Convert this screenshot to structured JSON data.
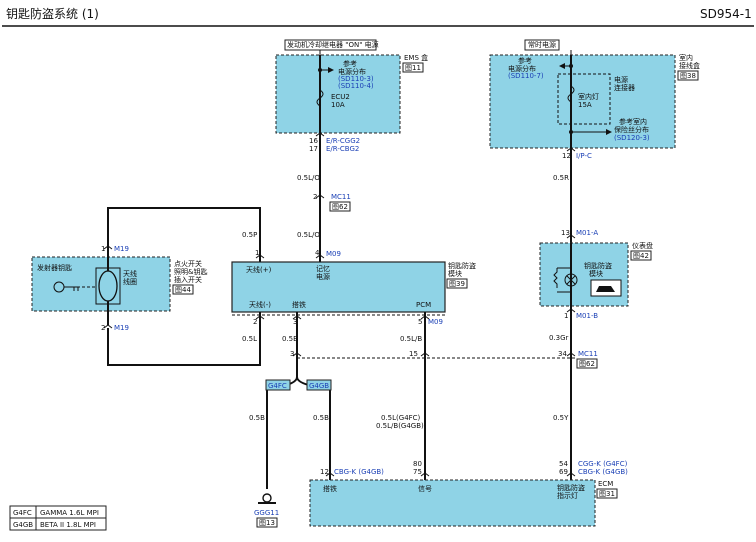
{
  "header": {
    "title": "钥匙防盗系统 (1)",
    "code": "SD954-1"
  },
  "ems_box": {
    "top_label": "发动机冷却继电器 \"ON\" 电源",
    "name": "EMS 盒",
    "ref": "图11",
    "ref_note": "参考",
    "dist": "电源分布",
    "link1": "(SD110-3)",
    "link2": "(SD110-4)",
    "fuse": "ECU2",
    "amp": "10A",
    "pin16": "16",
    "pin17": "17",
    "con16": "E/R-CGG2",
    "con17": "E/R-CBG2"
  },
  "room_box": {
    "top_label": "常时电源",
    "name": "室内",
    "name2": "接线盒",
    "ref": "图38",
    "ref_note": "参考",
    "dist": "电源分布",
    "link": "(SD110-7)",
    "conn_label1": "电源",
    "conn_label2": "连接器",
    "lamp": "室内灯",
    "amp": "15A",
    "ref2": "参考室内",
    "dist2": "保险丝分布",
    "link2": "(SD120-3)",
    "pin": "12",
    "con": "I/P-C"
  },
  "wires": {
    "w_05L_O_1": "0.5L/O",
    "w_05L_O_2": "0.5L/O",
    "w_05P": "0.5P",
    "w_05R": "0.5R",
    "w_05L": "0.5L",
    "w_05B_a": "0.5B",
    "w_05L_B": "0.5L/B",
    "w_03Gr": "0.3Gr",
    "w_05B_b": "0.5B",
    "w_05B_c": "0.5B",
    "w_05L_G4FC": "0.5L(G4FC)",
    "w_05L_B_G4GB": "0.5L/B(G4GB)",
    "w_05Y": "0.5Y"
  },
  "mc11_top": {
    "pin": "2",
    "name": "MC11",
    "ref": "图62"
  },
  "m09_top": {
    "pin4": "4",
    "pin1": "1",
    "name": "M09"
  },
  "immo_module": {
    "left": "天线(+)",
    "mid1": "记忆",
    "mid2": "电源",
    "bl": "天线(-)",
    "bm": "搭铁",
    "br": "PCM",
    "name1": "钥匙防盗",
    "name2": "模块",
    "ref": "图39",
    "pin2": "2",
    "pin3": "3",
    "pin5": "5",
    "con": "M09"
  },
  "coil": {
    "key": "发射器钥匙",
    "antenna1": "天线",
    "antenna2": "线圈",
    "side1": "点火开关",
    "side2": "照明&钥匙",
    "side3": "插入开关",
    "ref": "图44",
    "pin_top": "1",
    "pin_bot": "2",
    "con_top": "M19",
    "con_bot": "M19"
  },
  "cluster": {
    "pin13": "13",
    "con_top": "M01-A",
    "name": "仪表盘",
    "ref": "图42",
    "lamp1": "钥匙防盗",
    "lamp2": "模块",
    "pin1": "1",
    "con_bot": "M01-B"
  },
  "mc11_mid": {
    "pin3": "3",
    "pin15": "15",
    "pin34": "34",
    "name": "MC11",
    "ref": "图62"
  },
  "engine_tags": {
    "a": "G4FC",
    "b": "G4GB"
  },
  "ground": {
    "name": "GGG11",
    "ref": "图13"
  },
  "ecm": {
    "pin12": "12",
    "con12": "CBG-K (G4GB)",
    "pin80": "80",
    "pin75": "75",
    "pin54": "54",
    "pin69": "69",
    "con54": "CGG-K (G4FC)",
    "con69": "CBG-K (G4GB)",
    "l1": "搭铁",
    "l2": "信号",
    "l3a": "钥匙防盗",
    "l3b": "指示灯",
    "name": "ECM",
    "ref": "图31"
  },
  "legend": [
    {
      "code": "G4FC",
      "desc": "GAMMA 1.6L MPI"
    },
    {
      "code": "G4GB",
      "desc": "BETA II 1.8L MPI"
    }
  ]
}
